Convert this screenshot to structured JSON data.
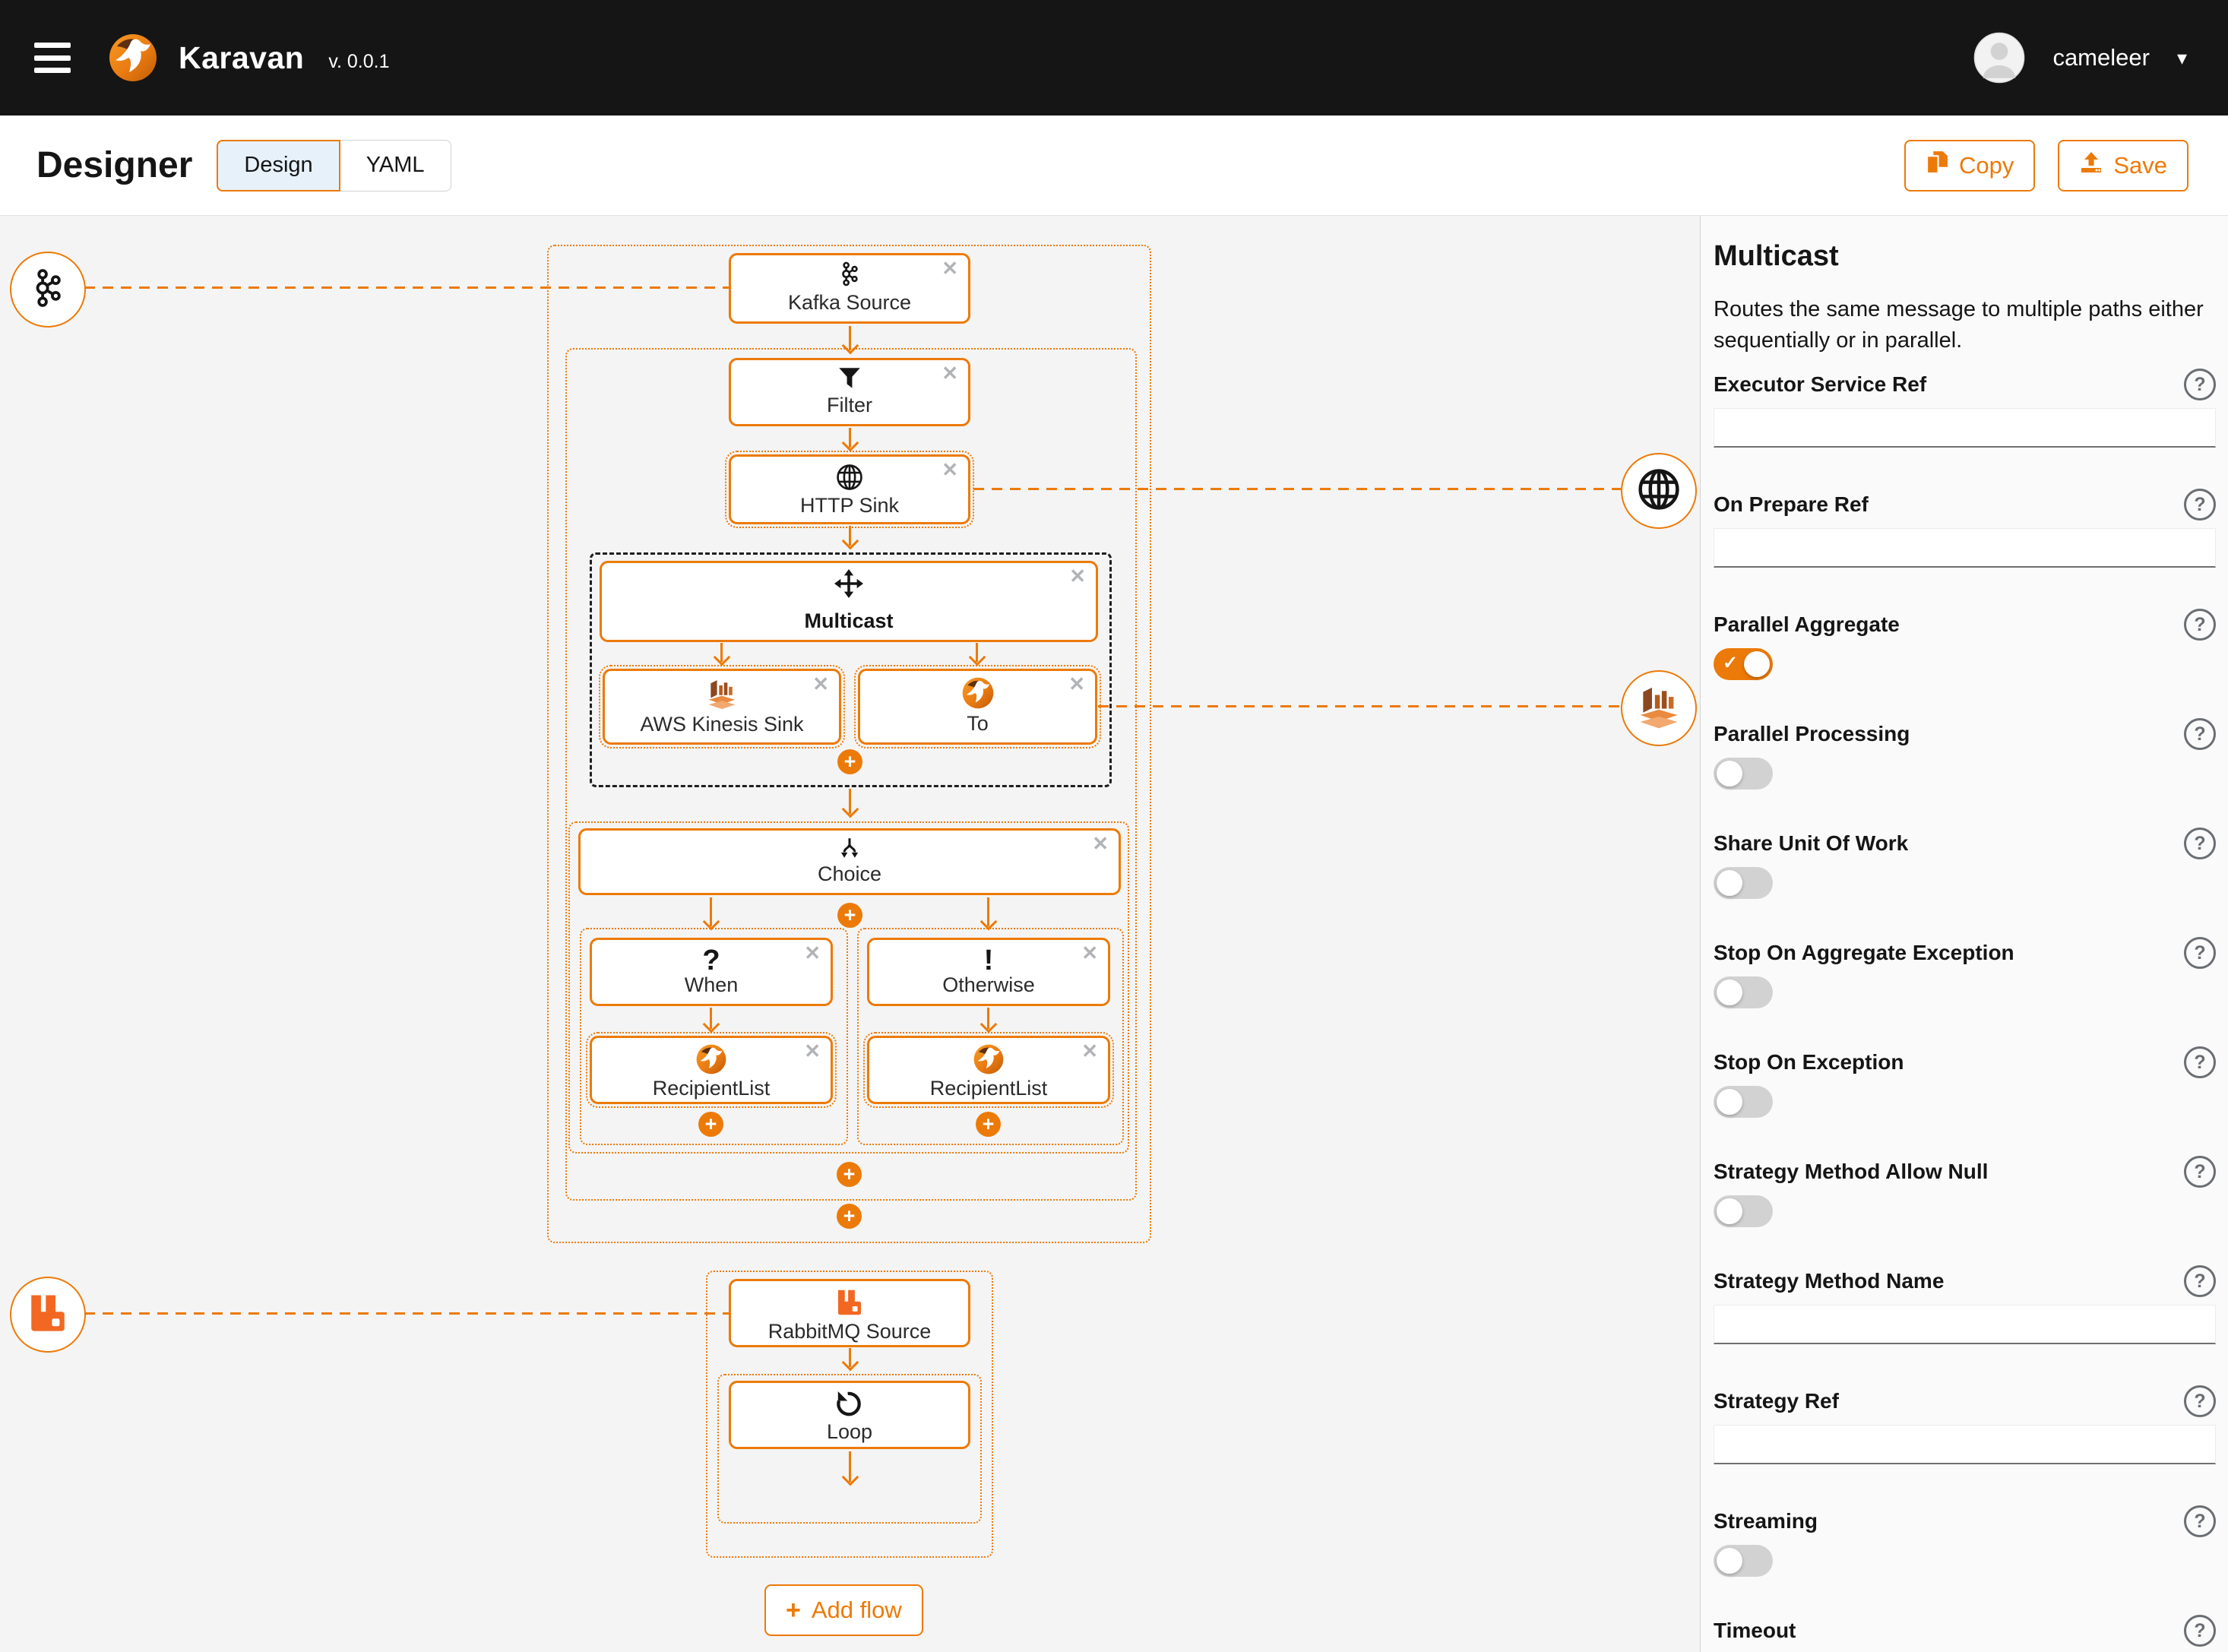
{
  "topbar": {
    "app_name": "Karavan",
    "version": "v. 0.0.1",
    "username": "cameleer"
  },
  "header": {
    "title": "Designer",
    "tab_design": "Design",
    "tab_yaml": "YAML",
    "copy_label": "Copy",
    "save_label": "Save"
  },
  "icons": {
    "close": "✕",
    "plus": "+",
    "add": "+",
    "help": "?",
    "question": "?",
    "exclamation": "!",
    "caret_down": "▾",
    "check": "✓"
  },
  "colors": {
    "accent": "#ec7a08",
    "camel_orange": "#e97826",
    "rabbitmq_orange": "#f26822",
    "topbar_bg": "#151515",
    "canvas_bg": "#f4f4f4",
    "panel_bg": "#fafafa",
    "design_tab_bg": "#e7f1fa",
    "toggle_off": "#d2d2d2"
  },
  "canvas": {
    "endpoints": {
      "kafka": {
        "icon": "kafka-icon"
      },
      "http": {
        "icon": "globe-icon"
      },
      "aws": {
        "icon": "aws-kinesis-icon"
      },
      "rabbitmq": {
        "icon": "rabbitmq-icon"
      }
    },
    "nodes": {
      "kafka_source": {
        "label": "Kafka Source",
        "icon": "kafka-icon"
      },
      "filter": {
        "label": "Filter",
        "icon": "filter-icon"
      },
      "http_sink": {
        "label": "HTTP Sink",
        "icon": "globe-icon"
      },
      "multicast": {
        "label": "Multicast",
        "icon": "move-icon"
      },
      "aws_kinesis_sink": {
        "label": "AWS Kinesis Sink",
        "icon": "aws-kinesis-icon"
      },
      "to": {
        "label": "To",
        "icon": "camel-icon"
      },
      "choice": {
        "label": "Choice",
        "icon": "split-arrow-icon"
      },
      "when": {
        "label": "When",
        "icon": "question-icon"
      },
      "otherwise": {
        "label": "Otherwise",
        "icon": "exclamation-icon"
      },
      "recipient_list_1": {
        "label": "RecipientList",
        "icon": "camel-icon"
      },
      "recipient_list_2": {
        "label": "RecipientList",
        "icon": "camel-icon"
      },
      "rabbitmq_source": {
        "label": "RabbitMQ Source",
        "icon": "rabbitmq-icon"
      },
      "loop": {
        "label": "Loop",
        "icon": "loop-icon"
      }
    },
    "add_flow_label": "Add flow"
  },
  "panel": {
    "title": "Multicast",
    "description": "Routes the same message to multiple paths either sequentially or in parallel.",
    "fields": [
      {
        "label": "Executor Service Ref",
        "type": "text",
        "value": ""
      },
      {
        "label": "On Prepare Ref",
        "type": "text",
        "value": ""
      },
      {
        "label": "Parallel Aggregate",
        "type": "switch",
        "value": true
      },
      {
        "label": "Parallel Processing",
        "type": "switch",
        "value": false
      },
      {
        "label": "Share Unit Of Work",
        "type": "switch",
        "value": false
      },
      {
        "label": "Stop On Aggregate Exception",
        "type": "switch",
        "value": false
      },
      {
        "label": "Stop On Exception",
        "type": "switch",
        "value": false
      },
      {
        "label": "Strategy Method Allow Null",
        "type": "switch",
        "value": false
      },
      {
        "label": "Strategy Method Name",
        "type": "text",
        "value": ""
      },
      {
        "label": "Strategy Ref",
        "type": "text",
        "value": ""
      },
      {
        "label": "Streaming",
        "type": "switch",
        "value": false
      },
      {
        "label": "Timeout",
        "type": "text",
        "value": ""
      }
    ]
  }
}
